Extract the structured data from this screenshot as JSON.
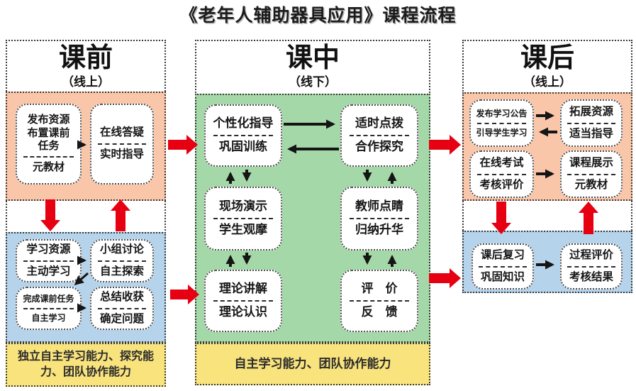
{
  "title": "《老年人辅助器具应用》课程流程",
  "columns": {
    "pre": {
      "title": "课前",
      "subtitle": "（线上）",
      "phase1": {
        "box1": {
          "top": "发布资源\n布置课前\n任务",
          "bottom": "元教材"
        },
        "box2": {
          "top": "在线答疑",
          "bottom": "实时指导"
        }
      },
      "phase2": {
        "box1": {
          "top": "学习资源",
          "bottom": "主动学习"
        },
        "box2": {
          "top": "小组讨论",
          "bottom": "自主探索"
        },
        "box3": {
          "top": "完成课前任务",
          "bottom": "自主学习"
        },
        "box4": {
          "top": "总结收获",
          "bottom": "确定问题"
        }
      },
      "outcome": "独立自主学习能力、探究能力、团队协作能力"
    },
    "mid": {
      "title": "课中",
      "subtitle": "（线下）",
      "boxes": {
        "b1": {
          "top": "个性化指导",
          "bottom": "巩固训练"
        },
        "b2": {
          "top": "适时点拨",
          "bottom": "合作探究"
        },
        "b3": {
          "top": "现场演示",
          "bottom": "学生观摩"
        },
        "b4": {
          "top": "教师点睛",
          "bottom": "归纳升华"
        },
        "b5": {
          "top": "理论讲解",
          "bottom": "理论认识"
        },
        "b6": {
          "top": "评　价",
          "bottom": "反　馈"
        }
      },
      "outcome": "自主学习能力、团队协作能力"
    },
    "post": {
      "title": "课后",
      "subtitle": "（线上）",
      "phase1": {
        "box1": {
          "top": "发布学习公告",
          "bottom": "引导学生学习"
        },
        "box2": {
          "top": "拓展资源",
          "bottom": "适当指导"
        },
        "box3": {
          "top": "在线考试",
          "bottom": "考核评价"
        },
        "box4": {
          "top": "课程展示",
          "bottom": "元教材"
        }
      },
      "phase2": {
        "box1": {
          "top": "课后复习",
          "bottom": "巩固知识"
        },
        "box2": {
          "top": "过程评价",
          "bottom": "考核结果"
        }
      }
    }
  },
  "colors": {
    "orange_section": "#f9c6a9",
    "blue_section": "#b5d3ea",
    "green_section": "#a5d8a8",
    "yellow_section": "#f8e37d",
    "red_arrow": "#e60012",
    "black_arrow": "#151515"
  }
}
